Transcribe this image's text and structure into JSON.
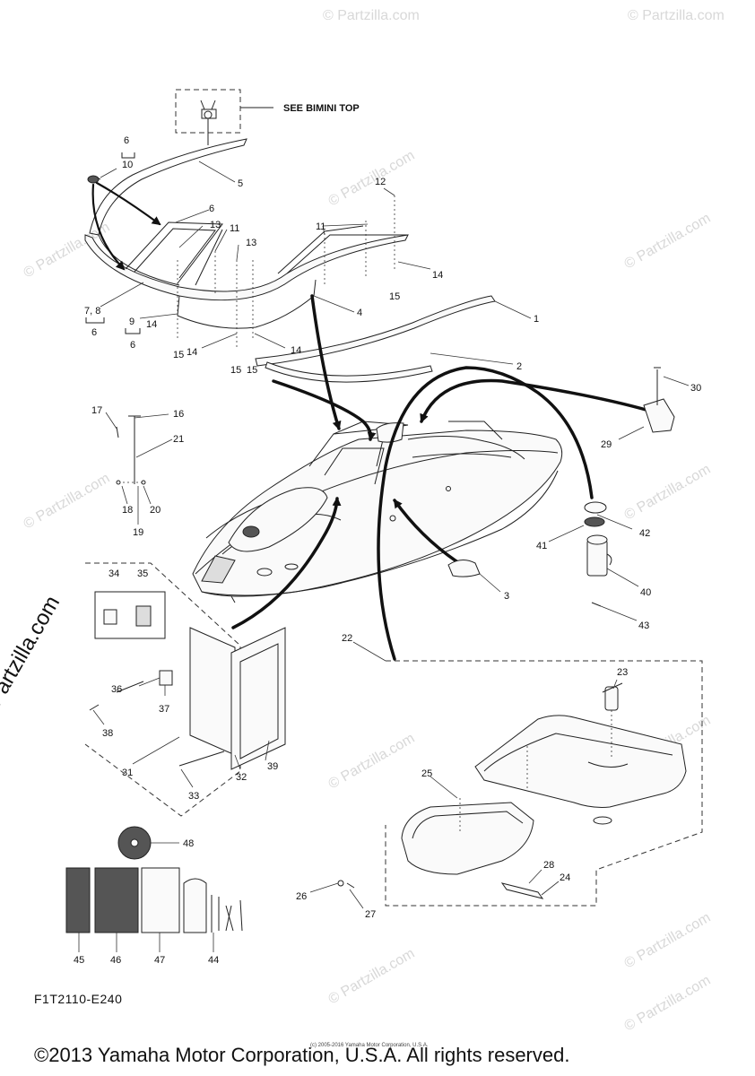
{
  "figure_code": "F1T2110-E240",
  "copyright": "©2013 Yamaha Motor Corporation, U.S.A. All rights reserved.",
  "small_copyright": "(c) 2005-2016 Yamaha Motor Corporation, U.S.A.",
  "watermark": "© Partzilla.com",
  "watermark_side": "© Partzilla.com",
  "see_note": "SEE BIMINI TOP",
  "callouts": {
    "c1": "1",
    "c2": "2",
    "c3": "3",
    "c4": "4",
    "c5": "5",
    "c6a": "6",
    "c6b": "6",
    "c6c": "6",
    "c6d": "6",
    "c7_8": "7, 8",
    "c9": "9",
    "c10": "10",
    "c11a": "11",
    "c11b": "11",
    "c12": "12",
    "c13a": "13",
    "c13b": "13",
    "c14a": "14",
    "c14b": "14",
    "c14c": "14",
    "c14d": "14",
    "c15a": "15",
    "c15b": "15",
    "c15c": "15",
    "c15d": "15",
    "c16": "16",
    "c17": "17",
    "c18": "18",
    "c19": "19",
    "c20": "20",
    "c21": "21",
    "c22": "22",
    "c23": "23",
    "c24": "24",
    "c25": "25",
    "c26": "26",
    "c27": "27",
    "c28": "28",
    "c29": "29",
    "c30": "30",
    "c31": "31",
    "c32": "32",
    "c33": "33",
    "c34": "34",
    "c35": "35",
    "c36": "36",
    "c37": "37",
    "c38": "38",
    "c39": "39",
    "c40": "40",
    "c41": "41",
    "c42": "42",
    "c43": "43",
    "c44": "44",
    "c45": "45",
    "c46": "46",
    "c47": "47",
    "c48": "48"
  }
}
